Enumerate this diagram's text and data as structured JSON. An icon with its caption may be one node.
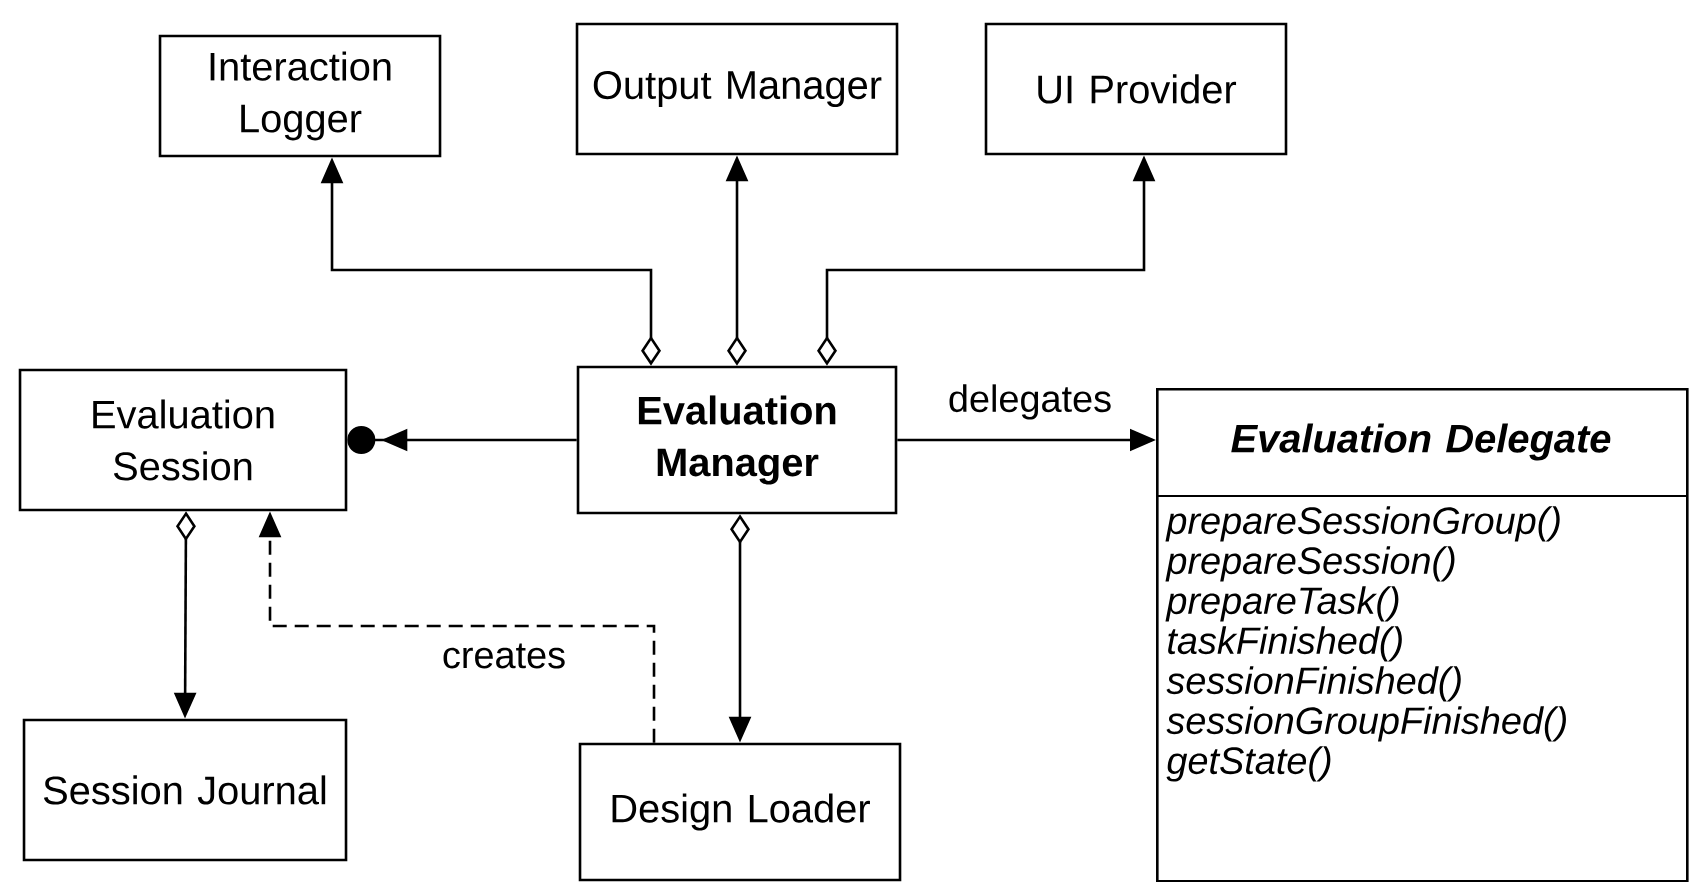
{
  "diagram": {
    "nodes": [
      {
        "text": [
          "Interaction Logger"
        ]
      },
      {
        "text": [
          "Output Manager"
        ]
      },
      {
        "text": [
          "UI Provider"
        ]
      },
      {
        "text": [
          "Evaluation Session"
        ]
      },
      {
        "text": [
          "Evaluation Manager"
        ]
      },
      {
        "text": [
          "Evaluation Delegate",
          "prepareSessionGroup()",
          "prepareSession()",
          "prepareTask()",
          "taskFinished()",
          "sessionFinished()",
          "sessionGroupFinished()",
          "getState()"
        ]
      },
      {
        "text": [
          "Session Journal"
        ]
      },
      {
        "text": [
          "Design Loader"
        ]
      }
    ],
    "edges": [
      {
        "from": 4,
        "to": 0,
        "arrow": "to"
      },
      {
        "from": 4,
        "to": 1,
        "arrow": "to"
      },
      {
        "from": 4,
        "to": 2,
        "arrow": "to"
      },
      {
        "from": 4,
        "to": 3,
        "arrow": "to"
      },
      {
        "from": 4,
        "to": 5,
        "arrow": "to",
        "label": "delegates"
      },
      {
        "from": 3,
        "to": 6,
        "arrow": "to"
      },
      {
        "from": 4,
        "to": 7,
        "arrow": "to"
      },
      {
        "from": 7,
        "to": 3,
        "arrow": "to",
        "label": "creates",
        "style": "dashed"
      }
    ]
  }
}
